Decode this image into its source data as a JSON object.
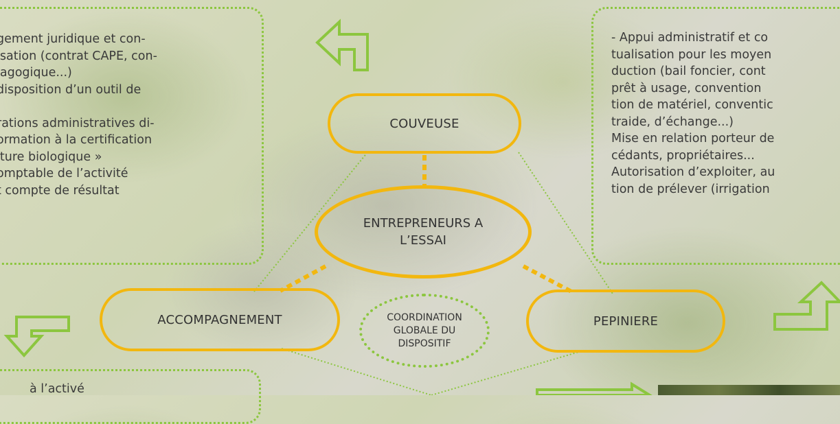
{
  "left_panel": {
    "lines": [
      "gement juridique et con-",
      "isation (contrat CAPE, con-",
      "lagogique...)",
      "disposition d’un outil de",
      "",
      "rations administratives di-",
      "ormation à la certification",
      "lture biologique »",
      "omptable de l’activité",
      "t compte de résultat"
    ]
  },
  "right_panel": {
    "lines": [
      "- Appui administratif et co",
      "tualisation pour les moyen",
      "duction (bail foncier, cont",
      "prêt à usage, convention",
      "tion de matériel, conventic",
      "traide, d’échange...)",
      "Mise en relation porteur de",
      "cédants, propriétaires...",
      "Autorisation d’exploiter, au",
      "tion de prélever (irrigation"
    ]
  },
  "bottom_panel": {
    "lines": [
      "à l’activé"
    ]
  },
  "nodes": {
    "couveuse": "COUVEUSE",
    "entrepreneurs_line1": "ENTREPRENEURS A",
    "entrepreneurs_line2": "L’ESSAI",
    "accompagnement": "ACCOMPAGNEMENT",
    "pepiniere": "PEPINIERE",
    "coordination_line1": "COORDINATION",
    "coordination_line2": "GLOBALE DU",
    "coordination_line3": "DISPOSITIF"
  },
  "colors": {
    "accent_orange": "#f2b70f",
    "accent_green": "#8cc63f"
  },
  "icons": [
    "arrow-up-left-icon",
    "arrow-down-left-icon",
    "arrow-up-right-icon",
    "arrow-right-icon"
  ]
}
